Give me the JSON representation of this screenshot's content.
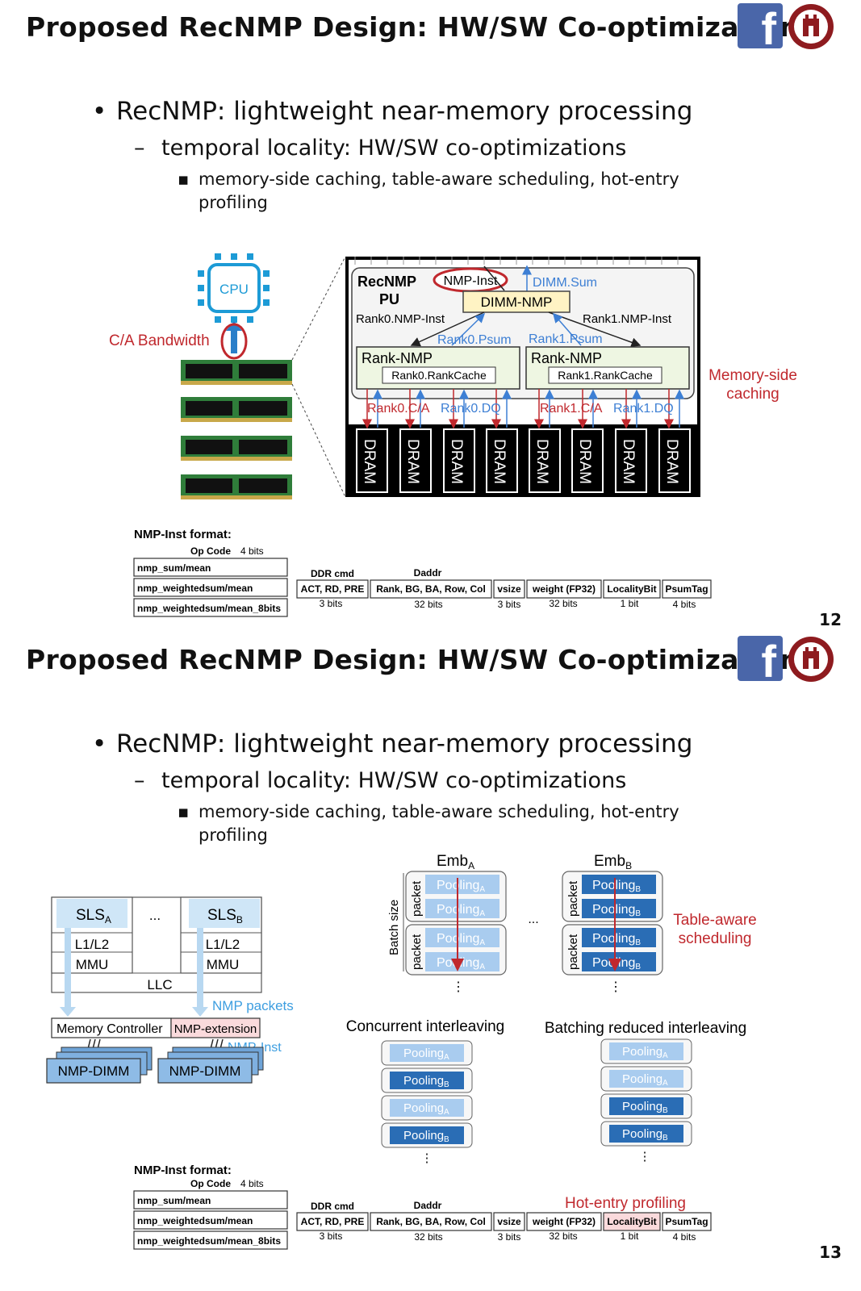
{
  "slides": [
    {
      "title": "Proposed RecNMP Design: HW/SW Co-optimization",
      "bullet1": "RecNMP: lightweight near-memory processing",
      "bullet2": "temporal locality: HW/SW co-optimizations",
      "bullet3": "memory-side caching, table-aware scheduling, hot-entry profiling",
      "page_number": "12",
      "figure": {
        "cpu": "CPU",
        "ca_bandwidth": "C/A Bandwidth",
        "recnmp_pu_1": "RecNMP",
        "recnmp_pu_2": "PU",
        "nmp_inst": "NMP-Inst",
        "dimm_sum": "DIMM.Sum",
        "dimm_nmp": "DIMM-NMP",
        "rank0_nmp_inst": "Rank0.NMP-Inst",
        "rank1_nmp_inst": "Rank1.NMP-Inst",
        "rank0_psum": "Rank0.Psum",
        "rank1_psum": "Rank1.Psum",
        "rank_nmp": "Rank-NMP",
        "rank0_cache": "Rank0.RankCache",
        "rank1_cache": "Rank1.RankCache",
        "rank0_ca": "Rank0.C/A",
        "rank0_dq": "Rank0.DQ",
        "rank1_ca": "Rank1.C/A",
        "rank1_dq": "Rank1.DQ",
        "dram": "DRAM",
        "memory_side_1": "Memory-side",
        "memory_side_2": "caching"
      }
    },
    {
      "title": "Proposed RecNMP Design: HW/SW Co-optimization",
      "bullet1": "RecNMP: lightweight near-memory processing",
      "bullet2": "temporal locality: HW/SW co-optimizations",
      "bullet3": "memory-side caching, table-aware scheduling, hot-entry profiling",
      "page_number": "13",
      "figure": {
        "sls": "SLS",
        "sub_a": "A",
        "sub_b": "B",
        "ellipsis": "...",
        "l1l2": "L1/L2",
        "mmu": "MMU",
        "llc": "LLC",
        "nmp_packets": "NMP packets",
        "memory_controller": "Memory Controller",
        "nmp_extension": "NMP-extension",
        "nmp_inst": "NMP-Inst",
        "nmp_dimm": "NMP-DIMM",
        "emb": "Emb",
        "batch_size": "Batch size",
        "packet": "packet",
        "pooling": "Pooling",
        "vdots": "⋮",
        "table_aware_1": "Table-aware",
        "table_aware_2": "scheduling",
        "concurrent": "Concurrent interleaving",
        "batching": "Batching reduced interleaving",
        "hot_entry": "Hot-entry profiling"
      }
    }
  ],
  "inst_format": {
    "heading": "NMP-Inst format:",
    "opcode_label": "Op Code",
    "opcode_bits": "4 bits",
    "ops": [
      "nmp_sum/mean",
      "nmp_weightedsum/mean",
      "nmp_weightedsum/mean_8bits"
    ],
    "fields": [
      {
        "header": "DDR cmd",
        "value": "ACT, RD, PRE",
        "bits": "3 bits"
      },
      {
        "header": "Daddr",
        "value": "Rank, BG, BA, Row, Col",
        "bits": "32 bits"
      },
      {
        "header": "",
        "value": "vsize",
        "bits": "3 bits"
      },
      {
        "header": "",
        "value": "weight (FP32)",
        "bits": "32 bits"
      },
      {
        "header": "",
        "value": "LocalityBit",
        "bits": "1 bit"
      },
      {
        "header": "",
        "value": "PsumTag",
        "bits": "4 bits"
      }
    ]
  },
  "colors": {
    "accent_red": "#c0282d",
    "nmp_blue": "#3d7fd4",
    "dimm_yellow": "#fff3c4",
    "rank_green": "#eef6e2",
    "pooling_light": "#a9ccef",
    "pooling_dark": "#2a6db5",
    "facebook": "#4a66a9"
  }
}
